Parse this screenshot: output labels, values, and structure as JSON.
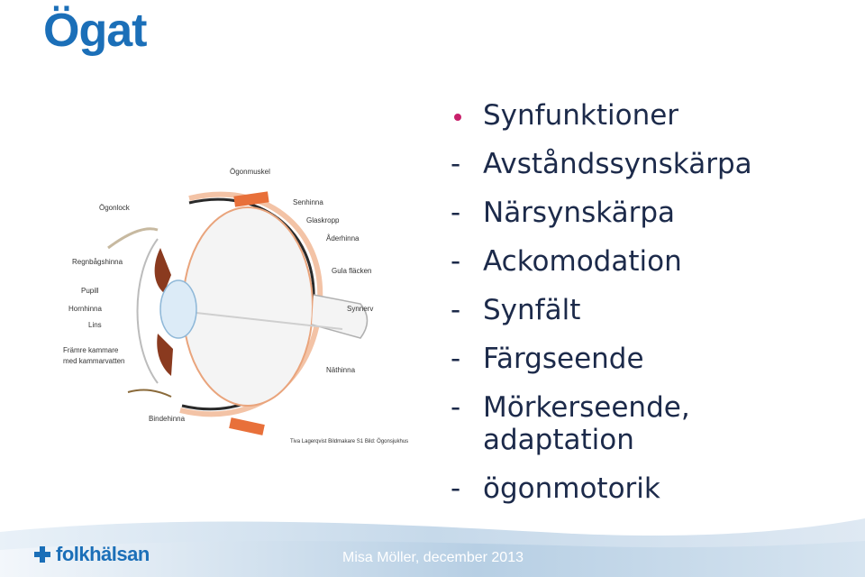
{
  "slide": {
    "title": "Ögat",
    "heading": "Synfunktioner",
    "items": [
      "Avståndssynskärpa",
      "Närsynskärpa",
      "Ackomodation",
      "Synfält",
      "Färgseende",
      "Mörkerseende, adaptation",
      "ögonmotorik"
    ],
    "item_marker": "-",
    "footer": "Misa Möller, december 2013",
    "logo_text": "folkhälsan"
  },
  "figure": {
    "labels": {
      "ogonmuskel": "Ögonmuskel",
      "ogonlock": "Ögonlock",
      "senhinna": "Senhinna",
      "glaskropp": "Glaskropp",
      "aderhinna": "Åderhinna",
      "regnbagshinna": "Regnbågshinna",
      "gula_flacken": "Gula fläcken",
      "pupill": "Pupill",
      "hornhinna": "Hornhinna",
      "lins": "Lins",
      "synnerv": "Synnerv",
      "framre_kammare": "Främre kammare",
      "med_kammarvatten": "med kammarvatten",
      "nathinna": "Näthinna",
      "bindehinna": "Bindehinna",
      "credit": "Tiva Lagerqvist Bildmakare S1 Bild: Ögonsjukhus"
    }
  },
  "colors": {
    "title": "#1b6fb8",
    "bullet": "#c8206b",
    "text": "#1c2a4a",
    "muscle": "#e8703a",
    "iris": "#8a3a1f",
    "footer_wave": "#cfe0ef"
  }
}
